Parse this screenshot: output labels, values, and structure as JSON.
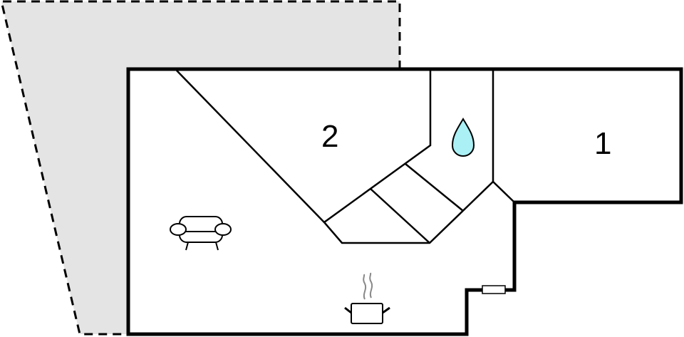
{
  "floorplan": {
    "rooms": [
      {
        "id": "bedroom-1",
        "label": "1"
      },
      {
        "id": "bedroom-2",
        "label": "2"
      }
    ],
    "icons": {
      "bathroom": "water-drop-icon",
      "living": "sofa-icon",
      "kitchen": "cooking-pot-icon",
      "heater": "radiator-icon"
    },
    "colors": {
      "wall": "#000000",
      "terrace": "#e4e4e4",
      "water": "#aaf0f5",
      "steam": "#888888"
    }
  }
}
